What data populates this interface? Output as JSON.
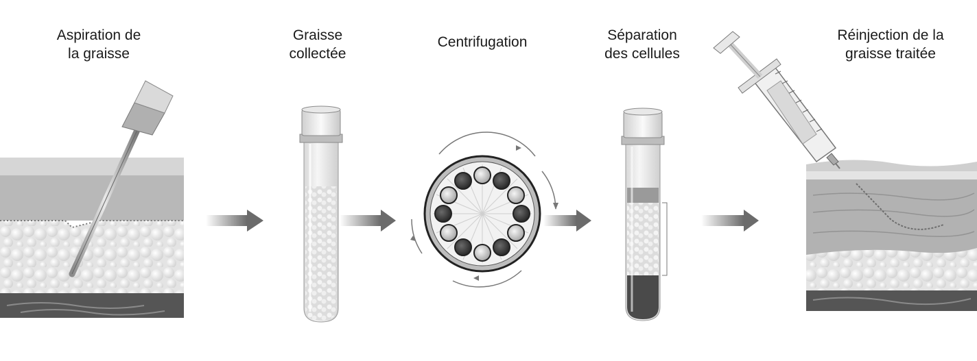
{
  "steps": [
    {
      "id": "aspiration",
      "lines": [
        "Aspiration de",
        "la graisse"
      ]
    },
    {
      "id": "collected",
      "lines": [
        "Graisse",
        "collectée"
      ]
    },
    {
      "id": "centrifugation",
      "lines": [
        "Centrifugation"
      ]
    },
    {
      "id": "separation",
      "lines": [
        "Séparation",
        "des cellules"
      ]
    },
    {
      "id": "reinjection",
      "lines": [
        "Réinjection de la",
        "graisse traitée"
      ]
    }
  ],
  "icons": [
    "cannula-icon",
    "test-tube-icon",
    "centrifuge-icon",
    "separated-tube-icon",
    "syringe-icon"
  ],
  "colors": {
    "arrow": "#6b6b6b",
    "tissue_top": "#c4c4c4",
    "fat": "#ececec",
    "muscle": "#5a5a5a"
  }
}
